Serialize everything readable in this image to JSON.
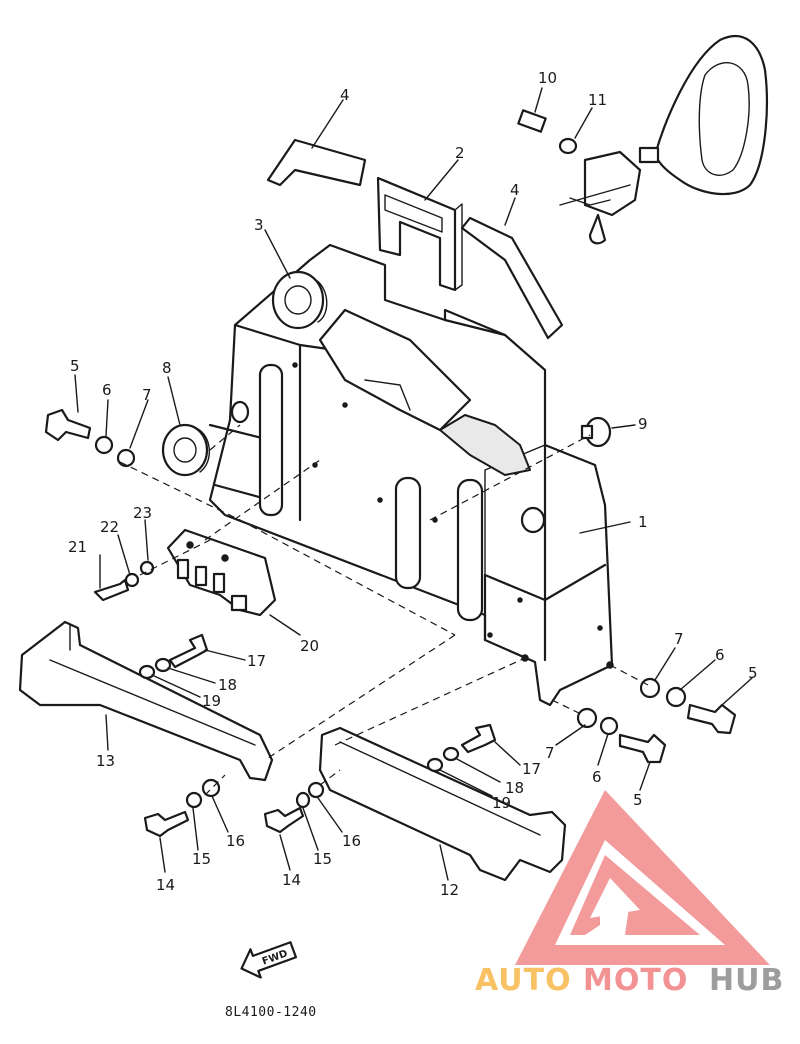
{
  "part_callouts": [
    {
      "id": "c1",
      "label": "1"
    },
    {
      "id": "c2",
      "label": "2"
    },
    {
      "id": "c3",
      "label": "3"
    },
    {
      "id": "c4a",
      "label": "4"
    },
    {
      "id": "c4b",
      "label": "4"
    },
    {
      "id": "c5a",
      "label": "5"
    },
    {
      "id": "c5b",
      "label": "5"
    },
    {
      "id": "c5c",
      "label": "5"
    },
    {
      "id": "c6a",
      "label": "6"
    },
    {
      "id": "c6b",
      "label": "6"
    },
    {
      "id": "c6c",
      "label": "6"
    },
    {
      "id": "c7a",
      "label": "7"
    },
    {
      "id": "c7b",
      "label": "7"
    },
    {
      "id": "c7c",
      "label": "7"
    },
    {
      "id": "c8",
      "label": "8"
    },
    {
      "id": "c9",
      "label": "9"
    },
    {
      "id": "c10",
      "label": "10"
    },
    {
      "id": "c11",
      "label": "11"
    },
    {
      "id": "c12",
      "label": "12"
    },
    {
      "id": "c13",
      "label": "13"
    },
    {
      "id": "c14a",
      "label": "14"
    },
    {
      "id": "c14b",
      "label": "14"
    },
    {
      "id": "c15a",
      "label": "15"
    },
    {
      "id": "c15b",
      "label": "15"
    },
    {
      "id": "c16a",
      "label": "16"
    },
    {
      "id": "c16b",
      "label": "16"
    },
    {
      "id": "c17a",
      "label": "17"
    },
    {
      "id": "c17b",
      "label": "17"
    },
    {
      "id": "c18a",
      "label": "18"
    },
    {
      "id": "c18b",
      "label": "18"
    },
    {
      "id": "c19a",
      "label": "19"
    },
    {
      "id": "c19b",
      "label": "19"
    },
    {
      "id": "c20",
      "label": "20"
    },
    {
      "id": "c21",
      "label": "21"
    },
    {
      "id": "c22",
      "label": "22"
    },
    {
      "id": "c23",
      "label": "23"
    }
  ],
  "drawing_code": "8L4100-1240",
  "fwd_label": "FWD",
  "watermark": {
    "part1": "AUTO",
    "part2": "MOTO",
    "part3": "HUB",
    "color_orange": "#f7b84a",
    "color_pink": "#f08080",
    "color_gray": "#8c8c8c"
  }
}
